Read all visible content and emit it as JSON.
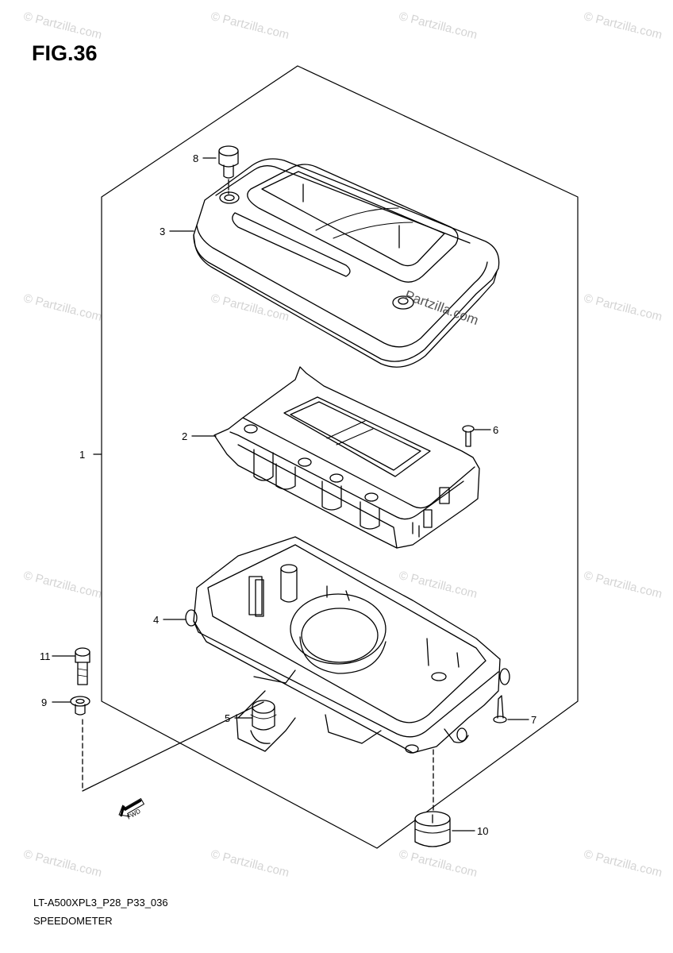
{
  "figure": {
    "title": "FIG.36",
    "drawing_code": "LT-A500XPL3_P28_P33_036",
    "caption": "SPEEDOMETER"
  },
  "watermark": {
    "text": "© Partzilla.com",
    "overlay_text": "Partzilla.com"
  },
  "callouts": [
    {
      "id": "callout-1",
      "label": "1"
    },
    {
      "id": "callout-2",
      "label": "2"
    },
    {
      "id": "callout-3",
      "label": "3"
    },
    {
      "id": "callout-4",
      "label": "4"
    },
    {
      "id": "callout-5",
      "label": "5"
    },
    {
      "id": "callout-6",
      "label": "6"
    },
    {
      "id": "callout-7",
      "label": "7"
    },
    {
      "id": "callout-8",
      "label": "8"
    },
    {
      "id": "callout-9",
      "label": "9"
    },
    {
      "id": "callout-10",
      "label": "10"
    },
    {
      "id": "callout-11",
      "label": "11"
    }
  ],
  "direction_icon": {
    "name": "fwd-arrow-icon",
    "text": "FWD"
  }
}
